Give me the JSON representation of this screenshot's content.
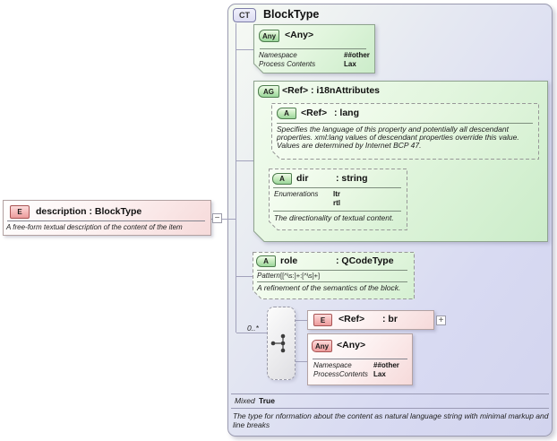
{
  "complex_type": {
    "badge": "CT",
    "title": "BlockType",
    "mixed_label": "Mixed",
    "mixed_value": "True",
    "annotation": "The type for nformation about the content as natural language string with minimal markup and line breaks"
  },
  "element": {
    "badge": "E",
    "title": "description : BlockType",
    "annotation": "A free-form textual description of the content of the item"
  },
  "any_top": {
    "badge": "Any",
    "title": "<Any>",
    "rows": [
      {
        "label": "Namespace",
        "value": "##other"
      },
      {
        "label": "Process Contents",
        "value": "Lax"
      }
    ]
  },
  "i18n_group": {
    "badge": "AG",
    "name": "<Ref>",
    "type": ": i18nAttributes",
    "lang": {
      "badge": "A",
      "name": "<Ref>",
      "type": ": lang",
      "annotation": "Specifies the language of this property and potentially all descendant properties. xml:lang values of descendant properties override this value. Values are determined by Internet BCP 47."
    },
    "dir": {
      "badge": "A",
      "name": "dir",
      "type": ": string",
      "enum_label": "Enumerations",
      "enums": [
        "ltr",
        "rtl"
      ],
      "annotation": "The directionality of textual content."
    }
  },
  "role": {
    "badge": "A",
    "name": "role",
    "type": ": QCodeType",
    "pattern_label": "Pattern",
    "pattern": "[[^\\s:]+:[^\\s]+]",
    "annotation": "A refinement of the semantics of the block."
  },
  "sequence": {
    "cardinality": "0..*"
  },
  "br": {
    "badge": "E",
    "name": "<Ref>",
    "type": ": br"
  },
  "any_bottom": {
    "badge": "Any",
    "title": "<Any>",
    "rows": [
      {
        "label": "Namespace",
        "value": "##other"
      },
      {
        "label": "ProcessContents",
        "value": "Lax"
      }
    ]
  },
  "expanders": {
    "collapse": "−",
    "expand": "+"
  }
}
